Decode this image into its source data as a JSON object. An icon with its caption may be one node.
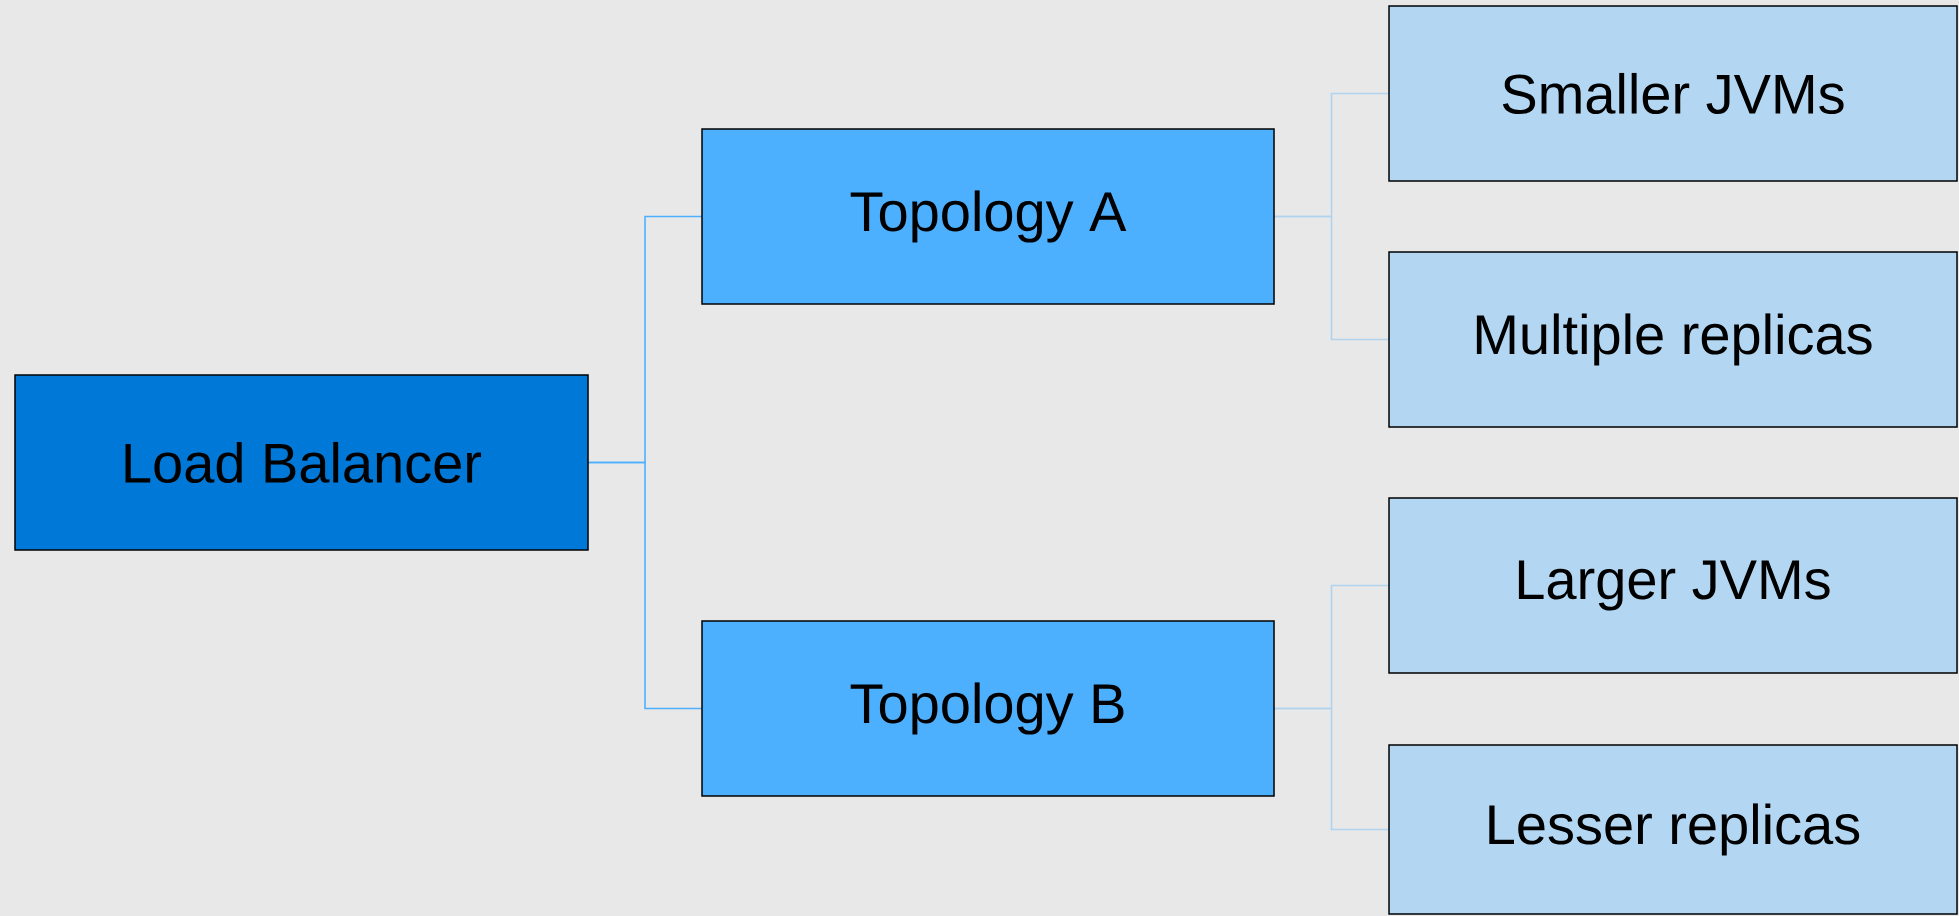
{
  "diagram": {
    "nodes": [
      {
        "text": [
          "Load Balancer"
        ]
      },
      {
        "text": [
          "Topology A"
        ]
      },
      {
        "text": [
          "Topology B"
        ]
      },
      {
        "text": [
          "Smaller JVMs"
        ]
      },
      {
        "text": [
          "Multiple replicas"
        ]
      },
      {
        "text": [
          "Larger JVMs"
        ]
      },
      {
        "text": [
          "Lesser replicas"
        ]
      }
    ],
    "edges": [
      {
        "from": 0,
        "to": 1,
        "arrow": "none",
        "color": "#4db0ff"
      },
      {
        "from": 0,
        "to": 2,
        "arrow": "none",
        "color": "#4db0ff"
      },
      {
        "from": 1,
        "to": 3,
        "arrow": "none"
      },
      {
        "from": 1,
        "to": 4,
        "arrow": "none"
      },
      {
        "from": 2,
        "to": 5,
        "arrow": "none"
      },
      {
        "from": 2,
        "to": 6,
        "arrow": "none"
      }
    ]
  }
}
